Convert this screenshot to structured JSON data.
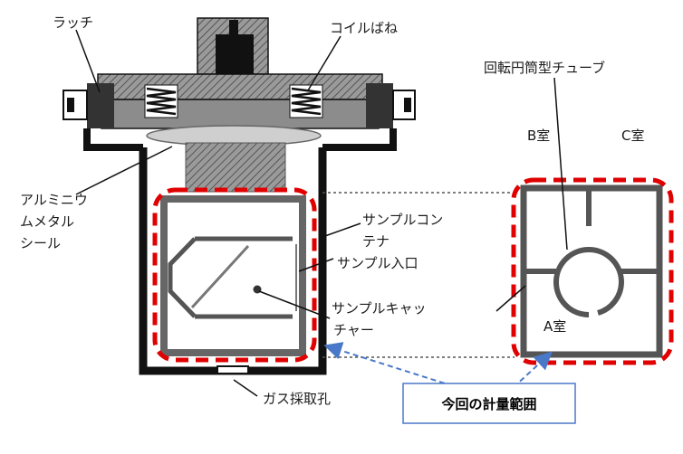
{
  "labels": {
    "latch": "ラッチ",
    "coil_spring": "コイルばね",
    "aluminum_seal": [
      "アルミニウ",
      "ムメタル",
      "シール"
    ],
    "sample_container": [
      "サンプルコン",
      "テナ"
    ],
    "sample_inlet": "サンプル入口",
    "sample_catcher": [
      "サンプルキャッ",
      "チャー"
    ],
    "gas_port": "ガス採取孔",
    "rotating_tube": "回転円筒型チューブ",
    "room_a": "A室",
    "room_b": "B室",
    "room_c": "C室",
    "measurement_scope": "今回の計量範囲"
  },
  "colors": {
    "highlight_dash": "#e00000",
    "scope_arrow": "#4a78c8",
    "wall": "#111111",
    "hatch": "#555555",
    "chamber_wall": "#555555"
  }
}
